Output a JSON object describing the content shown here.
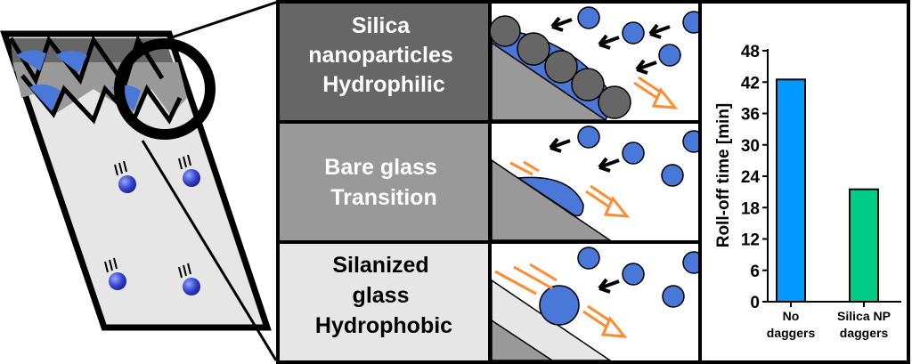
{
  "rows": [
    {
      "lines": [
        "Silica",
        "nanoparticles",
        "Hydrophilic"
      ],
      "bg": "#666666",
      "fg": "#ffffff"
    },
    {
      "lines": [
        "Bare glass",
        "Transition"
      ],
      "bg": "#999999",
      "fg": "#ffffff"
    },
    {
      "lines": [
        "Silanized",
        "glass",
        "Hydrophobic"
      ],
      "bg": "#e6e6e6",
      "fg": "#000000"
    }
  ],
  "colors": {
    "drop": "#4a78d8",
    "arrow": "#ff8c33",
    "particle": "#666666"
  },
  "chart_data": {
    "type": "bar",
    "categories": [
      [
        "No",
        "daggers"
      ],
      [
        "Silica NP",
        "daggers"
      ]
    ],
    "values": [
      42.5,
      21.5
    ],
    "colors": [
      "#0099ff",
      "#00cc88"
    ],
    "ylabel": "Roll-off time [min]",
    "ylim": [
      0,
      48
    ],
    "yticks": [
      0,
      6,
      12,
      18,
      24,
      30,
      36,
      42,
      48
    ]
  }
}
